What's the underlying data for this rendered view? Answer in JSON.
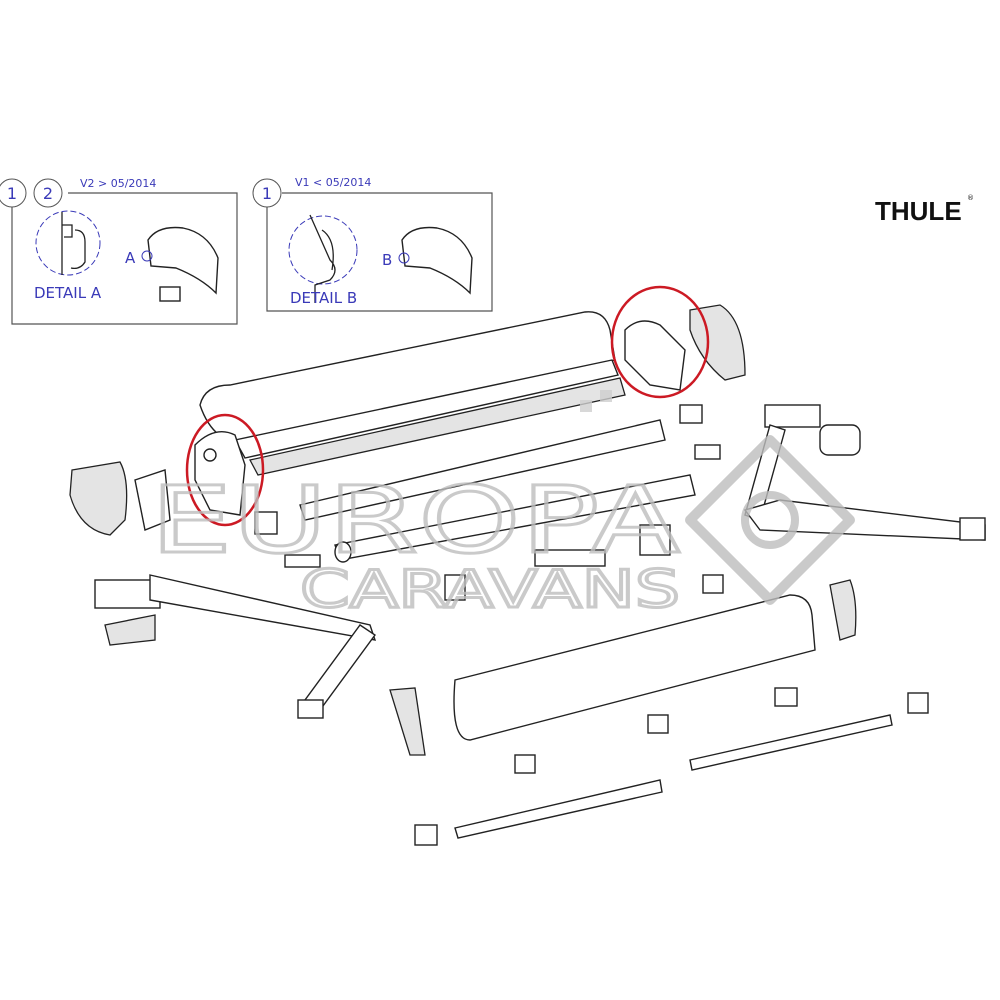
{
  "brand": {
    "logo_text": "THULE"
  },
  "detail_panels": [
    {
      "callouts": [
        "1",
        "2"
      ],
      "version": "V2 > 05/2014",
      "detail_label": "DETAIL A",
      "marker": "A"
    },
    {
      "callouts": [
        "1"
      ],
      "version": "V1 < 05/2014",
      "detail_label": "DETAIL B",
      "marker": "B"
    }
  ],
  "watermark": {
    "line1": "EUROPA",
    "line2": "CARAVANS"
  },
  "colors": {
    "annotation": "#3a3ab8",
    "highlight": "#cc1a24",
    "line": "#222222",
    "watermark": "#bdbdbd"
  }
}
